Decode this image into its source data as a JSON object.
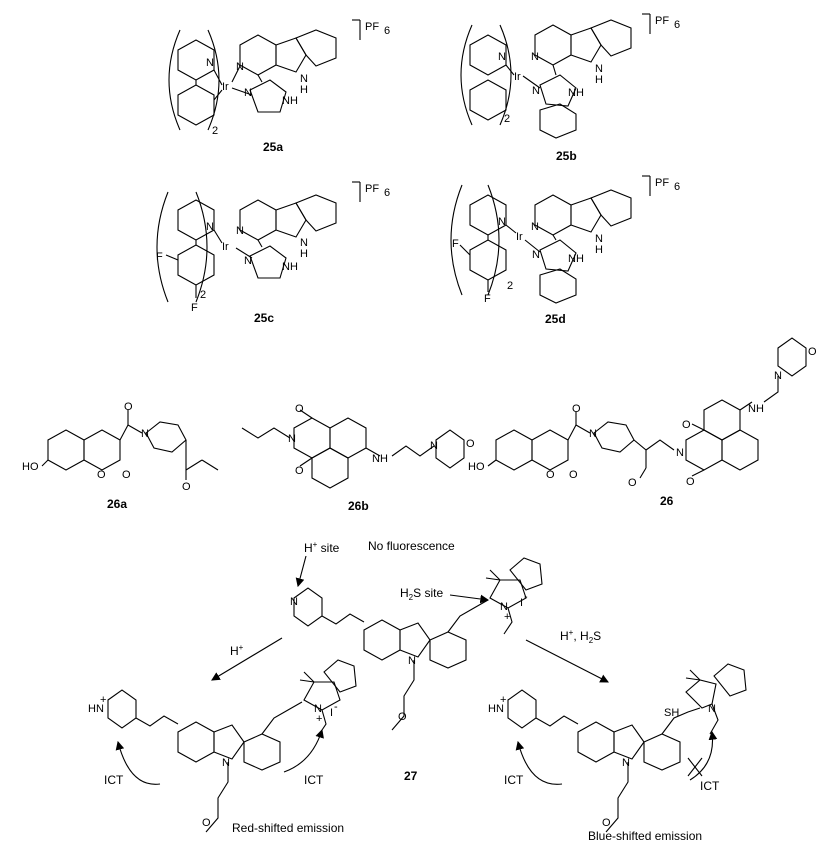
{
  "compounds": {
    "c25a": "25a",
    "c25b": "25b",
    "c25c": "25c",
    "c25d": "25d",
    "c26a": "26a",
    "c26b": "26b",
    "c26": "26",
    "c27": "27"
  },
  "counterion": "PF",
  "counterion_sub": "6",
  "atoms": {
    "Ir": "Ir",
    "N": "N",
    "H": "H",
    "NH": "NH",
    "F": "F",
    "O": "O",
    "HO": "HO",
    "SH": "SH",
    "HN_plus": "HN",
    "I_minus": "I",
    "subscript_2": "2",
    "plus": "+",
    "minus": "-"
  },
  "scheme": {
    "no_fluorescence": "No fluorescence",
    "h_site": "H",
    "h_site_suffix": " site",
    "h2s_site": "H",
    "h2s_site_suffix": "S site",
    "h2s_sub": "2",
    "arrow_left_label": "H",
    "arrow_right_label": "H",
    "arrow_right_suffix": ", H",
    "arrow_right_tail": "S",
    "ict": "ICT",
    "red_shift": "Red-shifted emission",
    "blue_shift": "Blue-shifted emission"
  }
}
